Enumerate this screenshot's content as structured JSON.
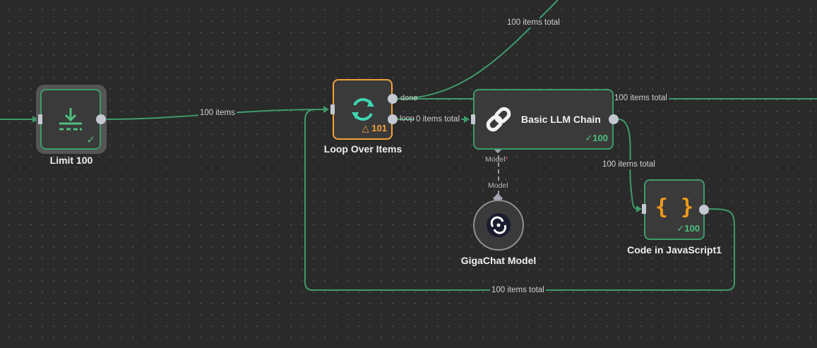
{
  "colors": {
    "background": "#2a2a2a",
    "edge_green": "#3f9a6b",
    "node_bg": "#3a3a3a",
    "loop_border": "#f0a03c",
    "success_green": "#4fbf7e",
    "warning_orange": "#f5a03a",
    "code_icon_orange": "#f29a1a",
    "port_gray": "#c4c8d0"
  },
  "nodes": {
    "limit": {
      "title": "Limit 100",
      "icon": "download-arrow-icon",
      "status_icon": "checkmark-icon"
    },
    "loop": {
      "title": "Loop Over Items",
      "icon": "loop-arrows-icon",
      "warning_icon": "warning-triangle-icon",
      "warning_count": "101",
      "port_done": "done",
      "port_loop": "loop"
    },
    "llm": {
      "title": "Basic LLM Chain",
      "icon": "link-chain-icon",
      "status_icon": "checkmark-icon",
      "count": "100",
      "port_model": "Model",
      "required_mark": "*"
    },
    "gigachat": {
      "title": "GigaChat Model",
      "icon": "gigachat-logo-icon",
      "port_model": "Model"
    },
    "code": {
      "title": "Code in JavaScript1",
      "icon": "curly-braces-icon",
      "icon_text": "{ }",
      "status_icon": "checkmark-icon",
      "count": "100"
    }
  },
  "edges": {
    "limit_to_loop": "100 items",
    "done_branch": "100 items total",
    "loop_to_llm": "0 items total",
    "llm_to_right": "100 items total",
    "llm_to_code": "100 items total",
    "code_to_loop": "100 items total"
  }
}
